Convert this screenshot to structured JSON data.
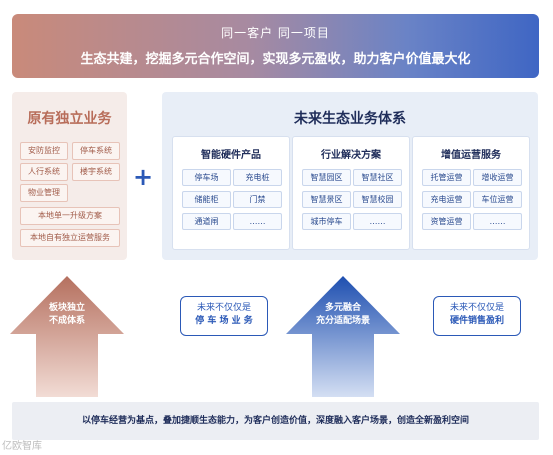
{
  "banner": {
    "line1": "同一客户  同一项目",
    "line2": "生态共建，挖掘多元合作空间，实现多元盈收，助力客户价值最大化"
  },
  "left": {
    "title": "原有独立业务",
    "items": [
      "安防监控",
      "停车系统",
      "人行系统",
      "楼宇系统",
      "物业管理",
      "本地单一升级方案",
      "本地自有独立运营服务"
    ]
  },
  "plus": "+",
  "right": {
    "title": "未来生态业务体系",
    "cards": [
      {
        "title": "智能硬件产品",
        "items": [
          "停车场",
          "充电桩",
          "储能柜",
          "门禁",
          "通道闸",
          "……"
        ]
      },
      {
        "title": "行业解决方案",
        "items": [
          "智慧园区",
          "智慧社区",
          "智慧景区",
          "智慧校园",
          "城市停车",
          "……"
        ]
      },
      {
        "title": "增值运营服务",
        "items": [
          "托管运营",
          "增收运营",
          "充电运营",
          "车位运营",
          "资管运营",
          "……"
        ]
      }
    ]
  },
  "arrows": {
    "left": {
      "line1": "板块独立",
      "line2": "不成体系",
      "color": "#b5705f"
    },
    "right": {
      "line1": "多元融合",
      "line2": "充分适配场景",
      "color": "#1e4fb0"
    }
  },
  "callouts": [
    {
      "line1": "未来不仅仅是",
      "line2": "停 车 场 业 务"
    },
    {
      "line1": "未来不仅仅是",
      "line2": "硬件销售盈利"
    }
  ],
  "bottom": "以停车经营为基点，叠加捷顺生态能力，为客户创造价值，深度融入客户场景，创造全新盈利空间",
  "watermark": "亿欧智库"
}
